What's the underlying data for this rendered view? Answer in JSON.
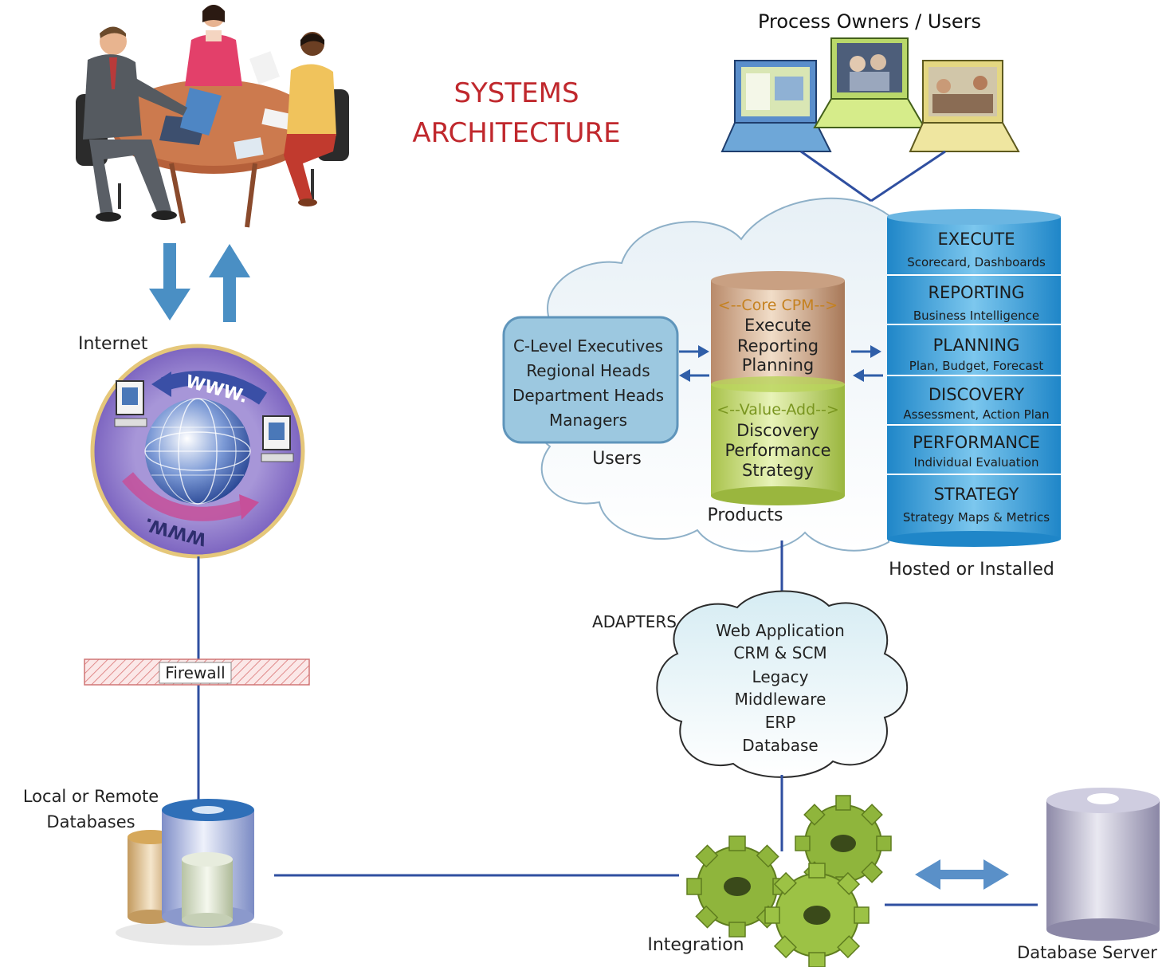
{
  "title": {
    "line1": "SYSTEMS",
    "line2": "ARCHITECTURE"
  },
  "process_owners_label": "Process Owners / Users",
  "internet_label": "Internet",
  "globe": {
    "top_text": "WWW.",
    "bottom_text": "WWW."
  },
  "firewall_label": "Firewall",
  "local_db_label": {
    "line1": "Local or Remote",
    "line2": "Databases"
  },
  "users_box": {
    "lines": [
      "C-Level Executives",
      "Regional Heads",
      "Department Heads",
      "Managers"
    ],
    "caption": "Users"
  },
  "products": {
    "core_header": "<--Core CPM-->",
    "core_items": [
      "Execute",
      "Reporting",
      "Planning"
    ],
    "value_header": "<--Value-Add-->",
    "value_items": [
      "Discovery",
      "Performance",
      "Strategy"
    ],
    "caption": "Products"
  },
  "hosted": {
    "modules": [
      {
        "title": "EXECUTE",
        "sub": "Scorecard, Dashboards"
      },
      {
        "title": "REPORTING",
        "sub": "Business Intelligence"
      },
      {
        "title": "PLANNING",
        "sub": "Plan, Budget, Forecast"
      },
      {
        "title": "DISCOVERY",
        "sub": "Assessment, Action Plan"
      },
      {
        "title": "PERFORMANCE",
        "sub": "Individual Evaluation"
      },
      {
        "title": "STRATEGY",
        "sub": "Strategy Maps & Metrics"
      }
    ],
    "caption": "Hosted or Installed"
  },
  "adapters": {
    "label": "ADAPTERS",
    "items": [
      "Web Application",
      "CRM & SCM",
      "Legacy",
      "Middleware",
      "ERP",
      "Database"
    ]
  },
  "integration_label": "Integration",
  "db_server_label": "Database Server",
  "colors": {
    "title": "#c0282d",
    "arrow_blue": "#4a8fc4",
    "line_blue": "#2f4fa0",
    "module_blue": "#2d9ad6",
    "users_box": "#9cc8e0",
    "gear_green": "#8fb53c"
  },
  "icons": {
    "meeting": "meeting-people-illustration",
    "laptops": "laptop-icon",
    "globe": "globe-icon",
    "gears": "gears-icon",
    "databases": "database-cylinder-icon"
  }
}
